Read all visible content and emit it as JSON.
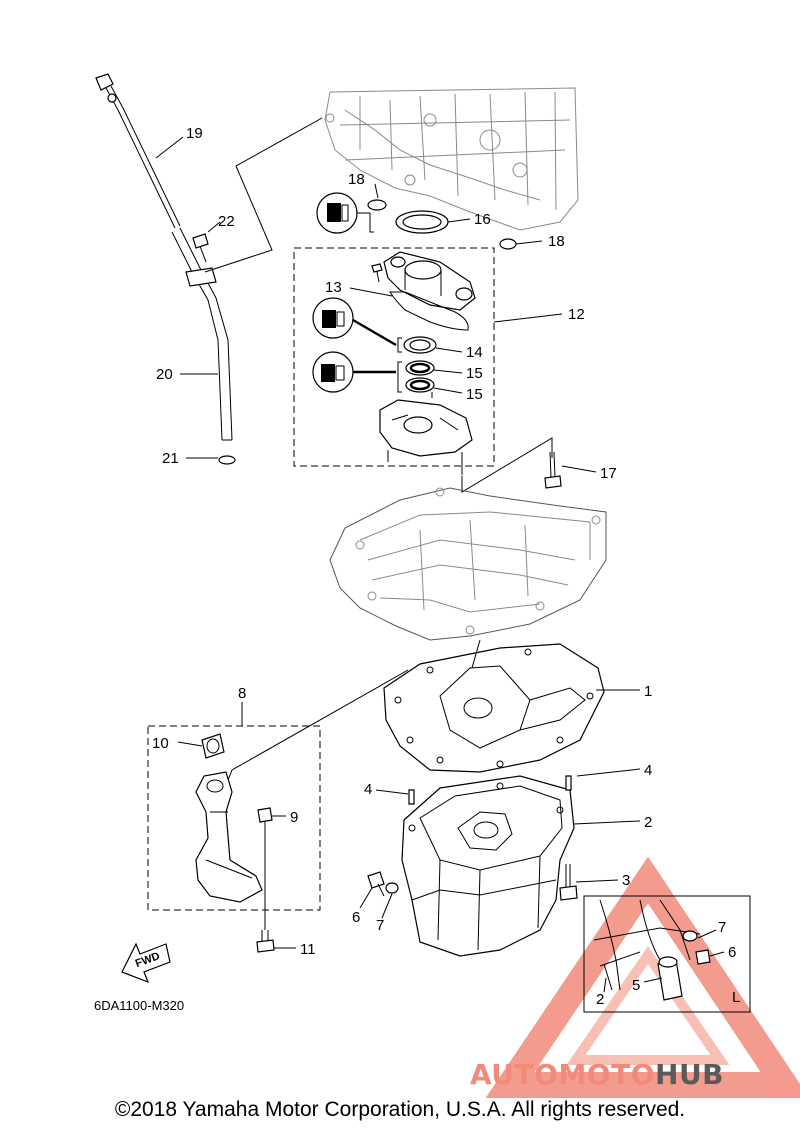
{
  "diagram_code": "6DA1100-M320",
  "direction_label": "FWD",
  "detail_box_label": "L",
  "copyright": "©2018 Yamaha Motor Corporation, U.S.A. All rights reserved.",
  "watermark": {
    "part1": "AUTOMOTO",
    "part2": "HUB",
    "color_primary": "#f28a7a",
    "color_secondary": "#5a5a5a"
  },
  "callouts": {
    "c1": "1",
    "c2": "2",
    "c3": "3",
    "c4a": "4",
    "c4b": "4",
    "c5": "5",
    "c6a": "6",
    "c6b": "6",
    "c7a": "7",
    "c7b": "7",
    "c8": "8",
    "c9": "9",
    "c10": "10",
    "c11": "11",
    "c12": "12",
    "c13": "13",
    "c14": "14",
    "c15a": "15",
    "c15b": "15",
    "c16": "16",
    "c17": "17",
    "c18a": "18",
    "c18b": "18",
    "c19": "19",
    "c20": "20",
    "c21": "21",
    "c22": "22",
    "c2b": "2"
  },
  "icons": [
    "grease-icon",
    "oil-seal-icon",
    "fwd-arrow-icon"
  ]
}
